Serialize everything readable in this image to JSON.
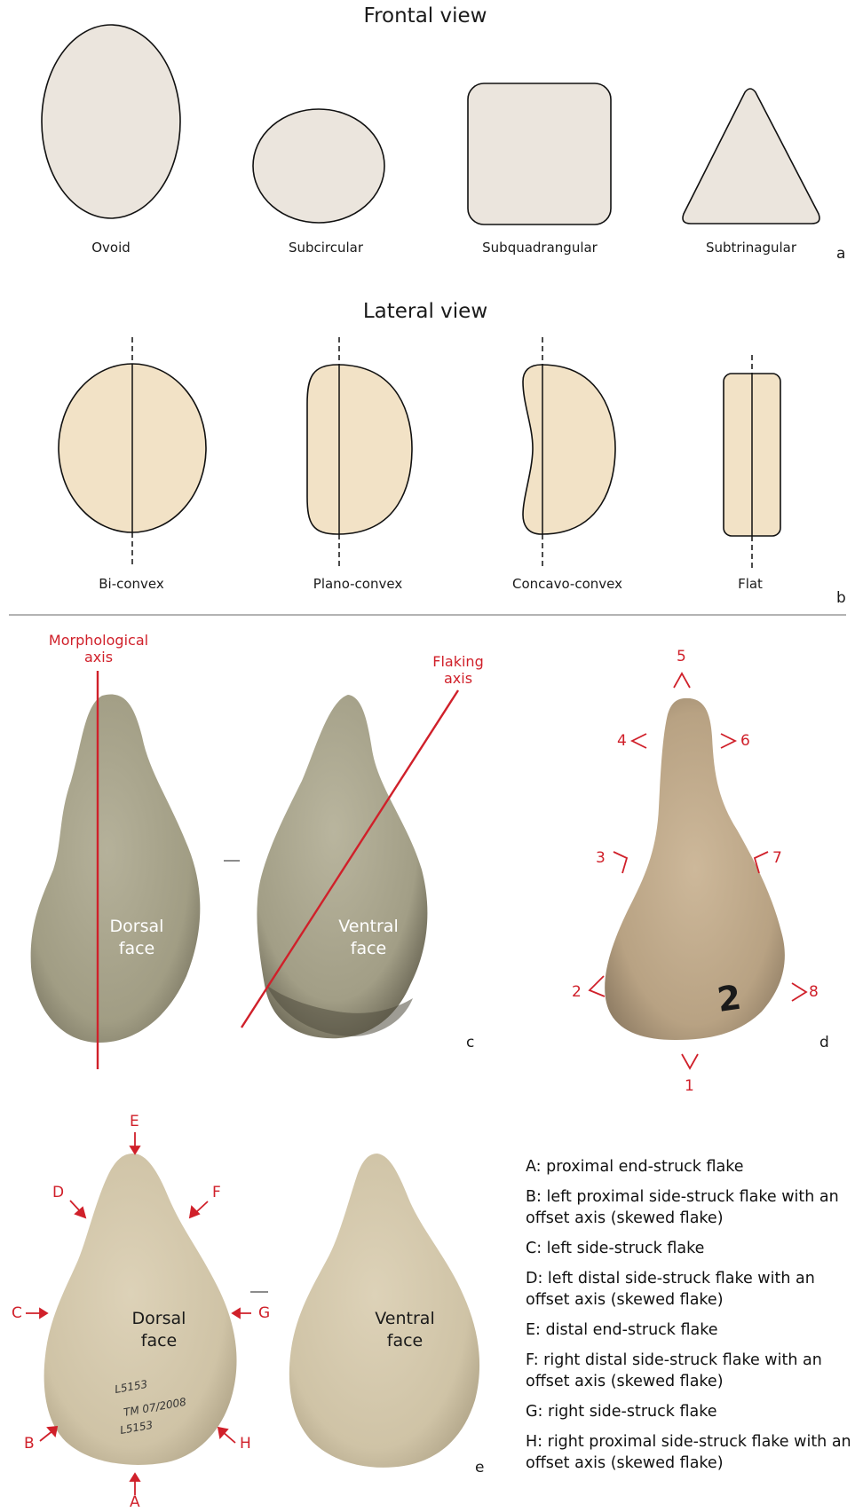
{
  "frontal": {
    "title": "Frontal view",
    "shapes": [
      "Ovoid",
      "Subcircular",
      "Subquadrangular",
      "Subtrinagular"
    ],
    "letter": "a",
    "fill": "#ebe5dd"
  },
  "lateral": {
    "title": "Lateral view",
    "shapes": [
      "Bi-convex",
      "Plano-convex",
      "Concavo-convex",
      "Flat"
    ],
    "letter": "b",
    "fill": "#f2e2c6"
  },
  "panel_c": {
    "morph_axis": [
      "Morphological",
      "axis"
    ],
    "flaking_axis": [
      "Flaking",
      "axis"
    ],
    "dorsal": [
      "Dorsal",
      "face"
    ],
    "ventral": [
      "Ventral",
      "face"
    ],
    "letter": "c"
  },
  "panel_d": {
    "numbers": [
      "1",
      "2",
      "3",
      "4",
      "5",
      "6",
      "7",
      "8"
    ],
    "specimen_number": "2",
    "letter": "d"
  },
  "panel_e": {
    "letters": [
      "A",
      "B",
      "C",
      "D",
      "E",
      "F",
      "G",
      "H"
    ],
    "dorsal": [
      "Dorsal",
      "face"
    ],
    "ventral": [
      "Ventral",
      "face"
    ],
    "letter": "e",
    "legend": [
      [
        "A: proximal end-struck flake"
      ],
      [
        "B: left proximal side-struck flake with an",
        "offset axis (skewed flake)"
      ],
      [
        "C: left side-struck flake"
      ],
      [
        "D: left distal side-struck flake with an",
        "offset axis (skewed flake)"
      ],
      [
        "E: distal end-struck flake"
      ],
      [
        "F: right distal side-struck flake with an",
        "offset axis (skewed flake)"
      ],
      [
        "G: right side-struck flake"
      ],
      [
        "H: right proximal side-struck flake with an",
        "offset axis (skewed flake)"
      ]
    ]
  },
  "colors": {
    "accent_red": "#d0202a",
    "stone_c": "#a8a48c",
    "stone_d": "#c2ab8c",
    "stone_e": "#d4c8ad",
    "divider": "#9a9a9a"
  }
}
